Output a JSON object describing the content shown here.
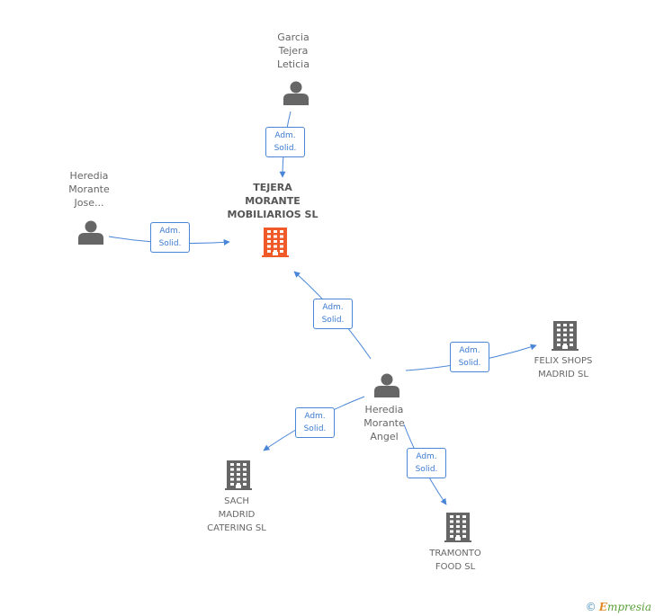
{
  "nodes": [
    {
      "id": "garcia",
      "type": "person",
      "lines": [
        "Garcia",
        "Tejera",
        "Leticia"
      ],
      "color": "#666666"
    },
    {
      "id": "heredia-jose",
      "type": "person",
      "lines": [
        "Heredia",
        "Morante",
        "Jose..."
      ],
      "color": "#666666"
    },
    {
      "id": "tejera",
      "type": "company",
      "main": true,
      "lines": [
        "TEJERA",
        "MORANTE",
        "MOBILIARIOS SL"
      ],
      "color": "#f05a28"
    },
    {
      "id": "heredia-angel",
      "type": "person",
      "lines": [
        "Heredia",
        "Morante",
        "Angel"
      ],
      "color": "#666666"
    },
    {
      "id": "felix",
      "type": "company",
      "lines": [
        "FELIX SHOPS",
        "MADRID SL"
      ],
      "color": "#666666"
    },
    {
      "id": "sach",
      "type": "company",
      "lines": [
        "SACH",
        "MADRID",
        "CATERING SL"
      ],
      "color": "#666666"
    },
    {
      "id": "tramonto",
      "type": "company",
      "lines": [
        "TRAMONTO",
        "FOOD SL"
      ],
      "color": "#666666"
    }
  ],
  "edges": [
    {
      "from": "garcia",
      "to": "tejera",
      "label": [
        "Adm.",
        "Solid."
      ]
    },
    {
      "from": "heredia-jose",
      "to": "tejera",
      "label": [
        "Adm.",
        "Solid."
      ]
    },
    {
      "from": "heredia-angel",
      "to": "tejera",
      "label": [
        "Adm.",
        "Solid."
      ]
    },
    {
      "from": "heredia-angel",
      "to": "felix",
      "label": [
        "Adm.",
        "Solid."
      ]
    },
    {
      "from": "heredia-angel",
      "to": "sach",
      "label": [
        "Adm.",
        "Solid."
      ]
    },
    {
      "from": "heredia-angel",
      "to": "tramonto",
      "label": [
        "Adm.",
        "Solid."
      ]
    }
  ],
  "colors": {
    "edge": "#4a86d8",
    "accent": "#f05a28"
  },
  "watermark": {
    "symbol": "©",
    "brand_initial": "E",
    "brand_rest": "mpresia"
  }
}
